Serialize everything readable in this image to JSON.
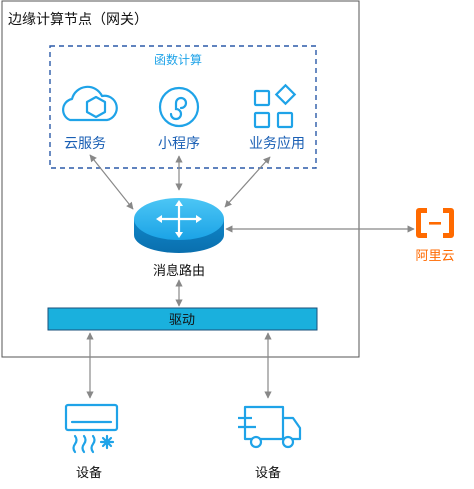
{
  "node": {
    "title": "边缘计算节点（网关）"
  },
  "function_compute": {
    "title": "函数计算",
    "items": [
      {
        "label": "云服务",
        "icon": "cloud-service-icon"
      },
      {
        "label": "小程序",
        "icon": "mini-program-icon"
      },
      {
        "label": "业务应用",
        "icon": "business-app-icon"
      }
    ]
  },
  "router": {
    "label": "消息路由",
    "icon": "message-router-icon"
  },
  "driver": {
    "label": "驱动"
  },
  "cloud": {
    "label": "阿里云",
    "icon": "aliyun-logo-icon"
  },
  "devices": [
    {
      "label": "设备",
      "icon": "air-conditioner-icon"
    },
    {
      "label": "设备",
      "icon": "delivery-truck-icon"
    }
  ],
  "colors": {
    "accent": "#1fa3e8",
    "driver_fill": "#1ab0dd",
    "dashed_border": "#2b5aa8",
    "brand_orange": "#ff6a00",
    "text": "#111111"
  }
}
